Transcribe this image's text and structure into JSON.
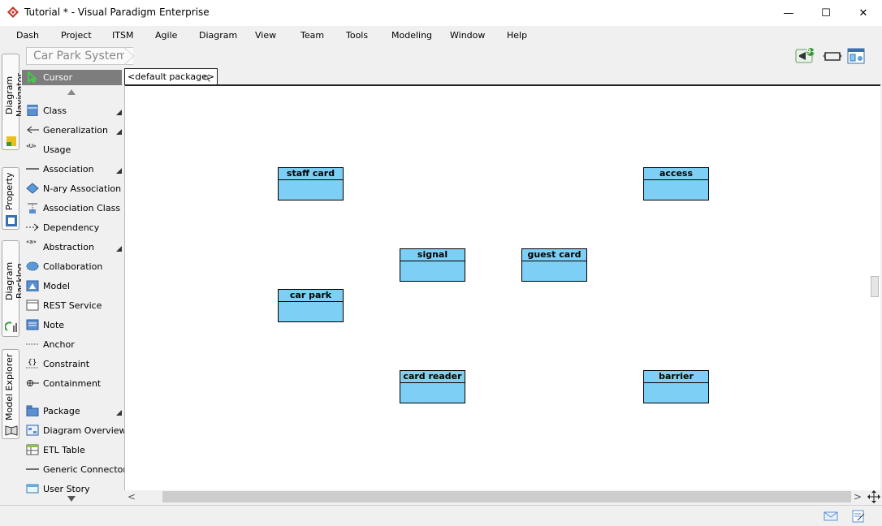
{
  "window": {
    "title": "Tutorial * - Visual Paradigm Enterprise",
    "minimize_glyph": "—",
    "maximize_glyph": "☐",
    "close_glyph": "✕"
  },
  "menu": [
    "Dash",
    "Project",
    "ITSM",
    "Agile",
    "Diagram",
    "View",
    "Team",
    "Tools",
    "Modeling",
    "Window",
    "Help"
  ],
  "breadcrumb": "Car Park System",
  "toolbar": {
    "notification_badge": "9+"
  },
  "side_tabs": [
    "Diagram Navigator",
    "Property",
    "Diagram Backlog",
    "Model Explorer"
  ],
  "palette": {
    "cursor": "Cursor",
    "items": [
      "Class",
      "Generalization",
      "Usage",
      "Association",
      "N-ary Association",
      "Association Class",
      "Dependency",
      "Abstraction",
      "Collaboration",
      "Model",
      "REST Service",
      "Note",
      "Anchor",
      "Constraint",
      "Containment",
      "Package",
      "Diagram Overview",
      "ETL Table",
      "Generic Connector",
      "User Story"
    ],
    "usage_icon_text": "«U»",
    "abstraction_icon_text": "«a»"
  },
  "package_tab": "<default package>",
  "classes": [
    "staff card",
    "access",
    "signal",
    "guest card",
    "car park",
    "card reader",
    "barrier"
  ],
  "scrollbar": {
    "left_glyph": "<",
    "right_glyph": ">"
  },
  "colors": {
    "class_fill": "#7ecff5",
    "cursor_bg": "#7d7d7d",
    "accent_red": "#c0392b"
  }
}
